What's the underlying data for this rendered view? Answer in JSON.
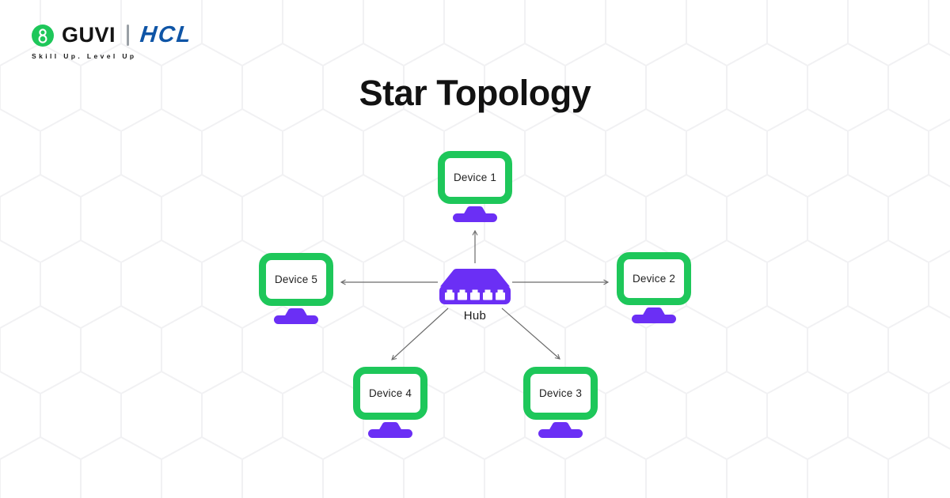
{
  "brand": {
    "guvi": "GUVI",
    "hcl": "HCL",
    "tagline": "Skill Up. Level Up"
  },
  "title": "Star Topology",
  "diagram": {
    "hub": {
      "label": "Hub"
    },
    "devices": [
      {
        "label": "Device 1"
      },
      {
        "label": "Device 2"
      },
      {
        "label": "Device 3"
      },
      {
        "label": "Device 4"
      },
      {
        "label": "Device 5"
      }
    ]
  },
  "colors": {
    "device_border_green": "#1EC75A",
    "accent_purple": "#6B2FF5",
    "hcl_blue": "#0F55A6",
    "title_black": "#121212",
    "arrow_gray": "#6b6b6b",
    "pattern_gray": "#f1f1f3"
  }
}
